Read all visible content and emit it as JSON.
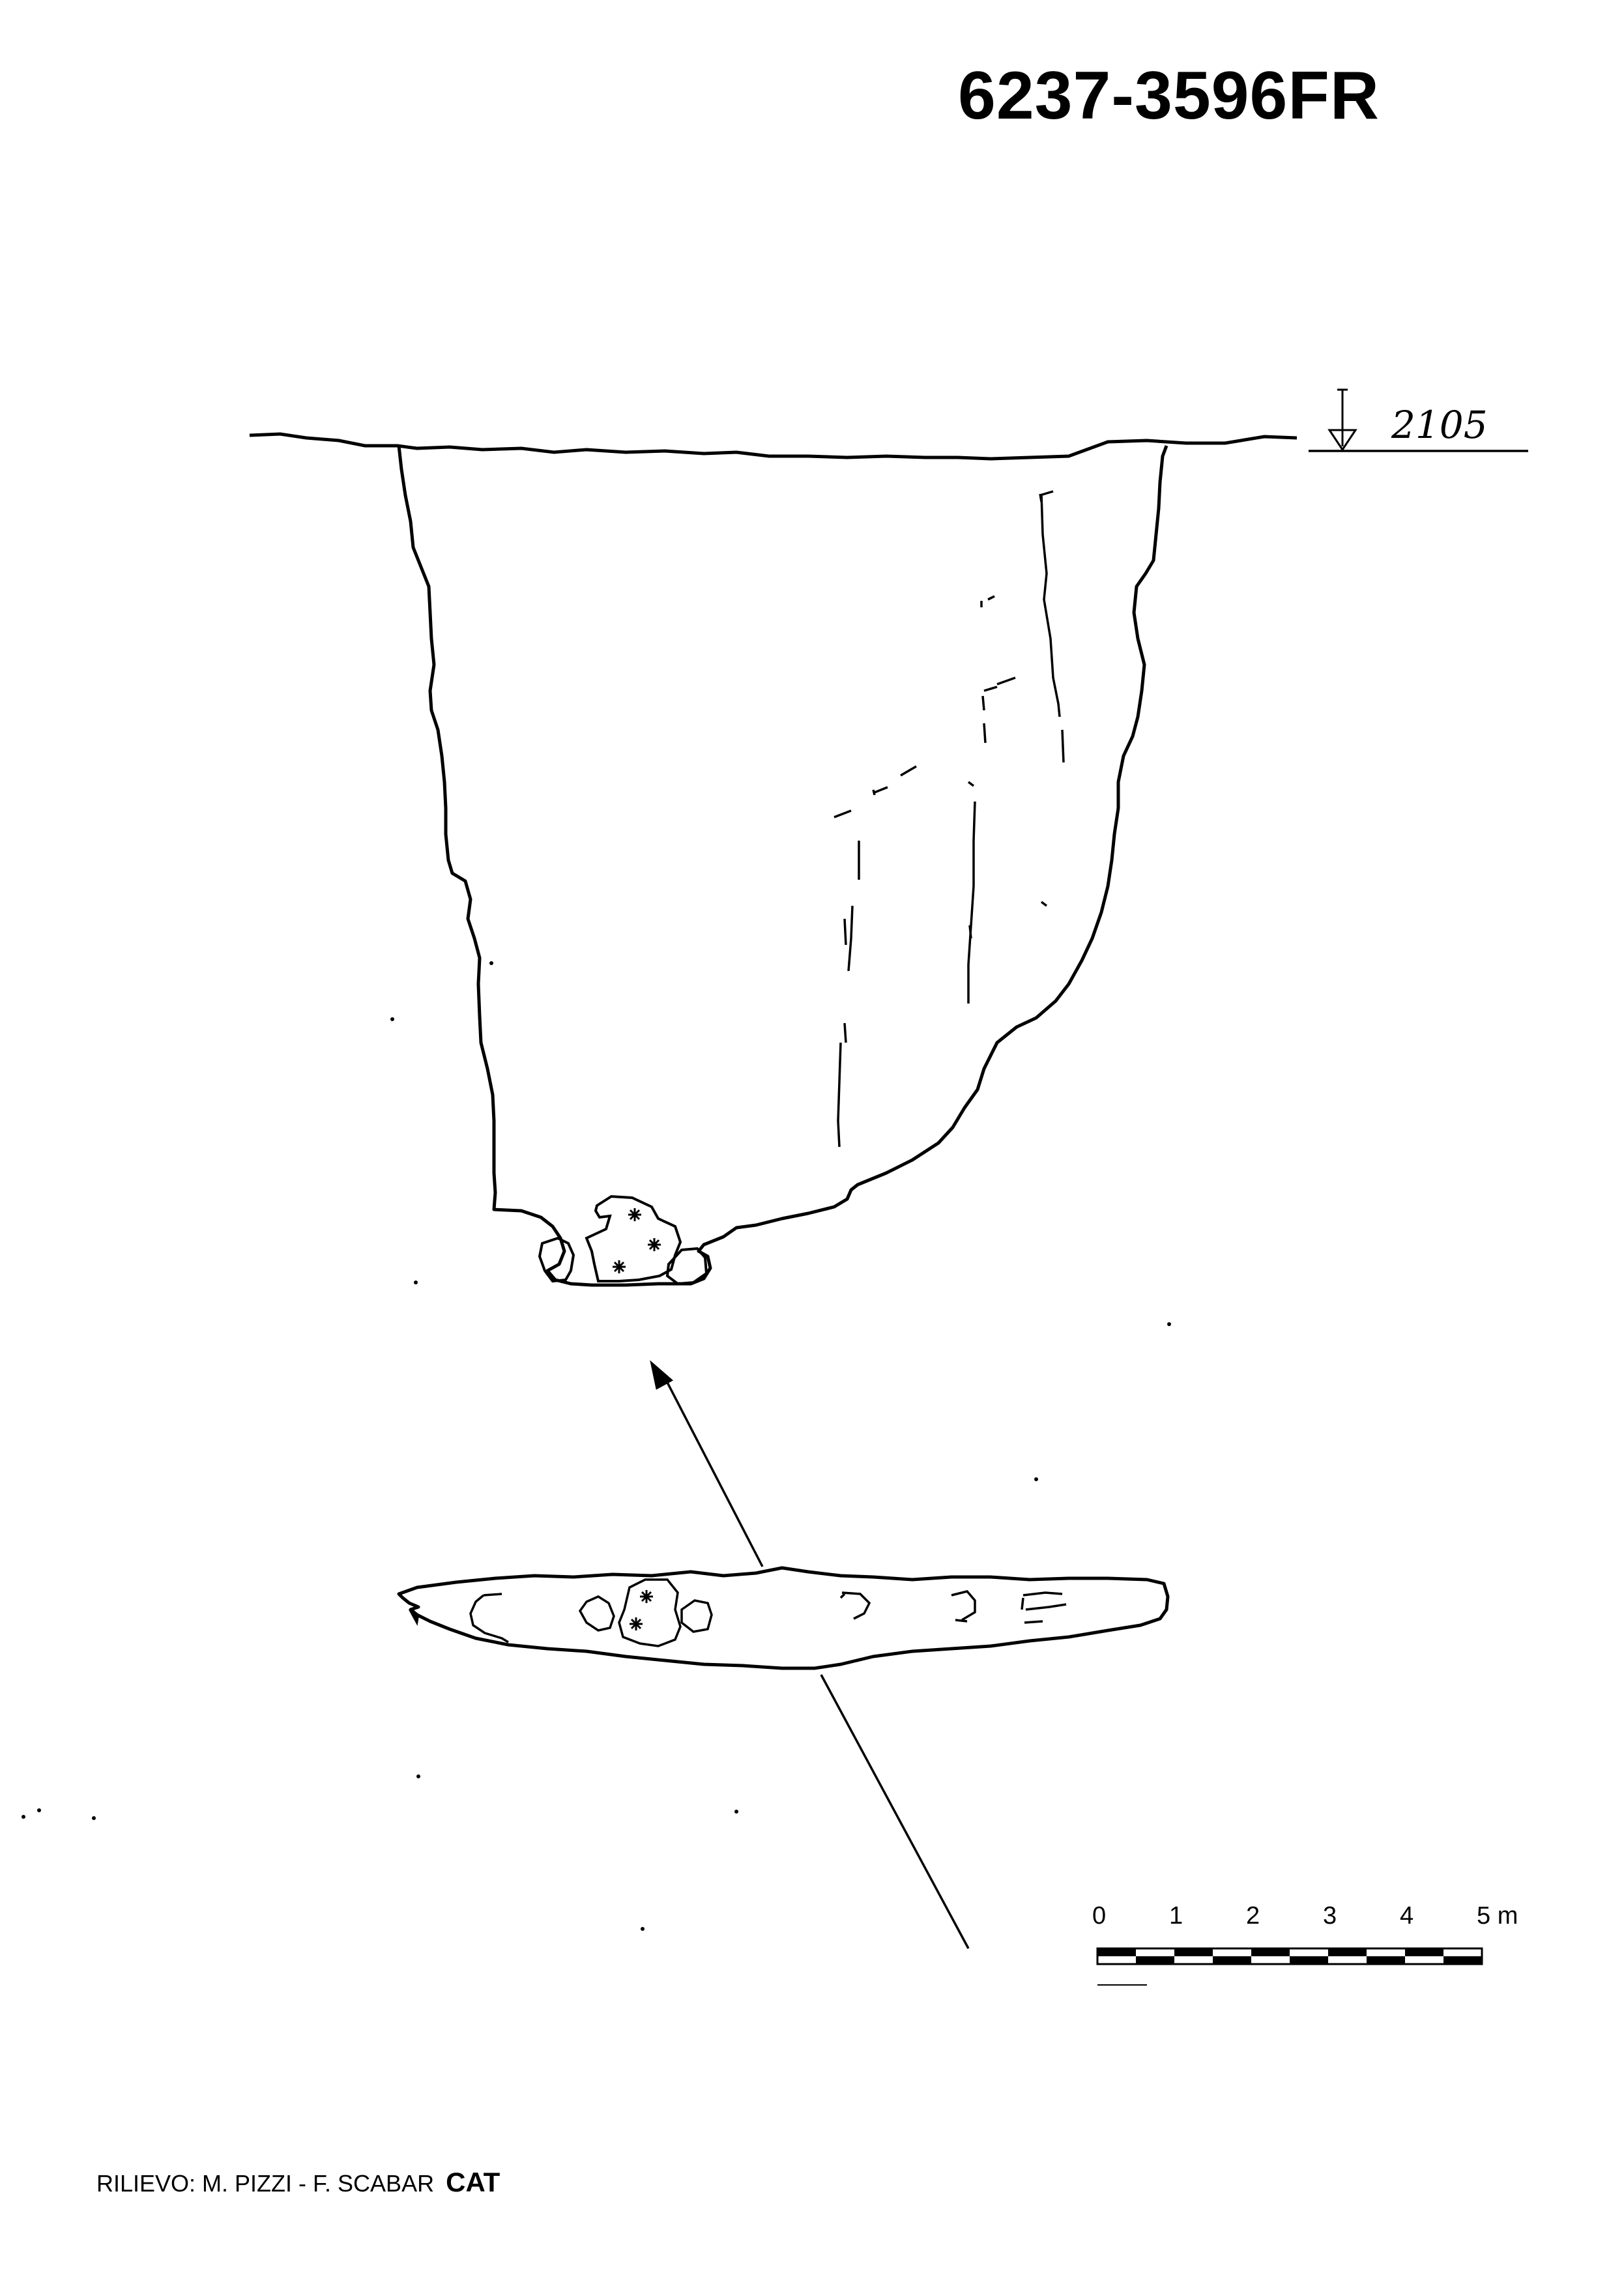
{
  "header": {
    "survey_code": "6237-3596FR"
  },
  "section": {
    "entrance_elevation": "2105"
  },
  "scale_bar": {
    "labels": [
      "0",
      "1",
      "2",
      "3",
      "4",
      "5 m"
    ],
    "max_meters": 5
  },
  "footer": {
    "survey_credit": "RILIEVO: M. PIZZI - F. SCABAR",
    "group": "CAT"
  },
  "colors": {
    "ink": "#000000",
    "paper": "#ffffff"
  }
}
